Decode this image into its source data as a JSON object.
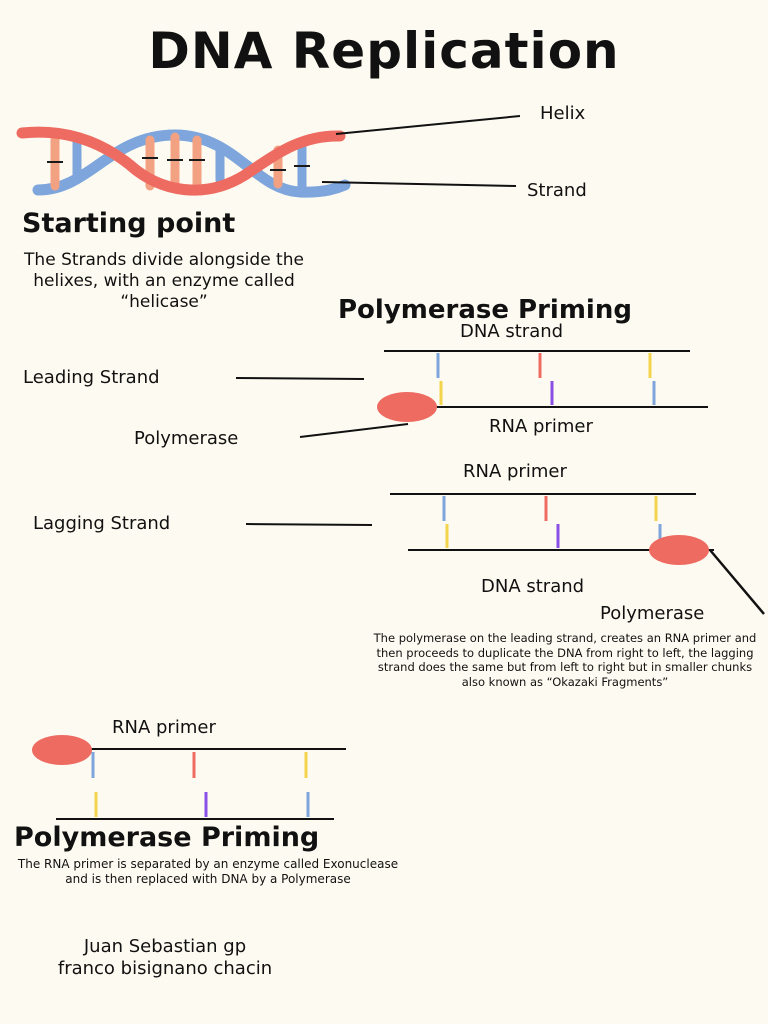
{
  "title": "DNA Replication",
  "helix": {
    "helix_label": "Helix",
    "strand_label": "Strand"
  },
  "starting_point": {
    "heading": "Starting point",
    "text": "The Strands divide alongside the helixes, with an enzyme called “helicase”"
  },
  "priming_section": {
    "heading": "Polymerase Priming",
    "leading": {
      "top_label": "DNA strand",
      "side_label": "Leading Strand",
      "bottom_label": "RNA primer",
      "polymerase_label": "Polymerase"
    },
    "lagging": {
      "top_label": "RNA primer",
      "side_label": "Lagging Strand",
      "bottom_label": "DNA strand",
      "polymerase_label": "Polymerase"
    },
    "explanation": "The polymerase on the leading strand, creates an RNA primer and then proceeds to duplicate the DNA from right to left, the lagging strand does the same but from left to right but in smaller chunks also known as “Okazaki Fragments”"
  },
  "final_section": {
    "top_label": "RNA primer",
    "heading": "Polymerase Priming",
    "text": "The RNA primer is separated by an enzyme called Exonuclease and is then replaced with DNA by a Polymerase"
  },
  "authors": [
    "Juan Sebastian gp",
    "franco bisignano chacin"
  ],
  "colors": {
    "background": "#fdfbf1",
    "polymerase": "#ee6b62",
    "helix_red": "#ee6b62",
    "helix_blue": "#7ea6dc",
    "base_orange": "#f3a183",
    "base_blue": "#7ea6dc",
    "base_red": "#ee6b62",
    "base_yellow": "#f4d44d",
    "base_purple": "#8a4fe6"
  }
}
